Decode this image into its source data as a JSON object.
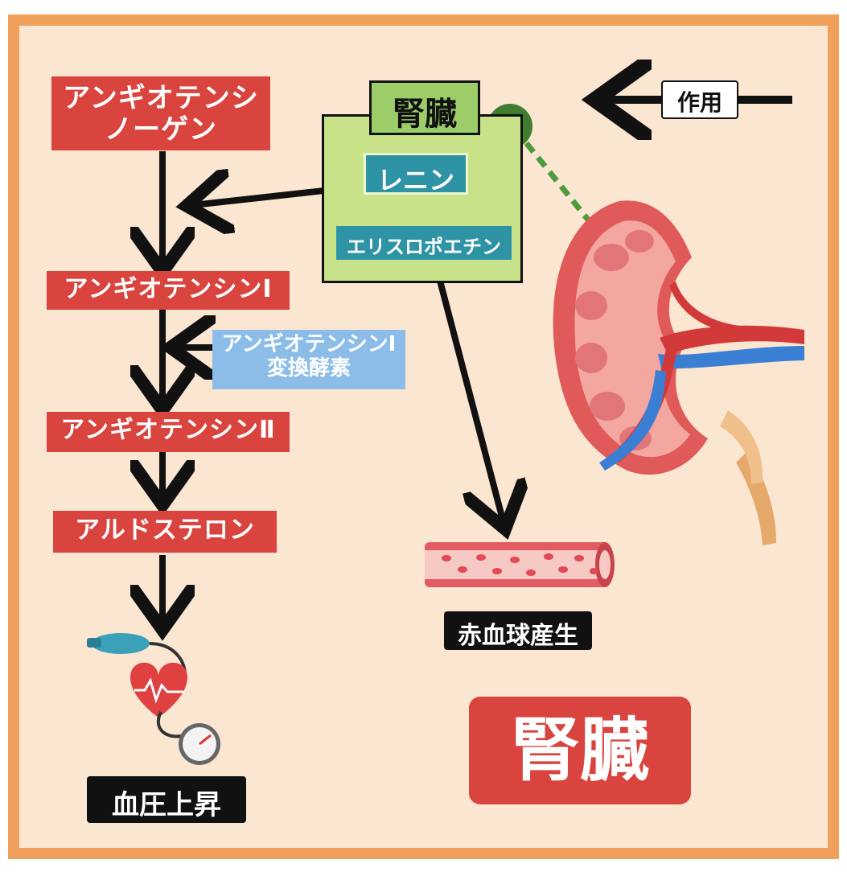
{
  "flow": {
    "angiotensinogen": "アンギオテンシノーゲン",
    "angiotensinogen_line1": "アンギオテンシ",
    "angiotensinogen_line2": "ノーゲン",
    "angiotensin1": "アンギオテンシンⅠ",
    "ace_line1": "アンギオテンシンⅠ",
    "ace_line2": "変換酵素",
    "angiotensin2": "アンギオテンシンⅡ",
    "aldosterone": "アルドステロン",
    "blood_pressure_rise": "血圧上昇"
  },
  "kidney_panel": {
    "title": "腎臓",
    "renin": "レニン",
    "erythropoietin": "エリスロポエチン"
  },
  "action_legend": "作用",
  "rbc_production": "赤血球産生",
  "main_title": "腎臓",
  "colors": {
    "frame": "#f0a05a",
    "background": "#fbe6d2",
    "red_box": "#d9443f",
    "panel_green": "#c8e28a",
    "teal": "#2f93a6",
    "light_blue": "#8bbde8"
  },
  "icons": [
    "blood-pressure-monitor-icon",
    "kidney-illustration",
    "blood-vessel-icon",
    "heart-icon"
  ]
}
